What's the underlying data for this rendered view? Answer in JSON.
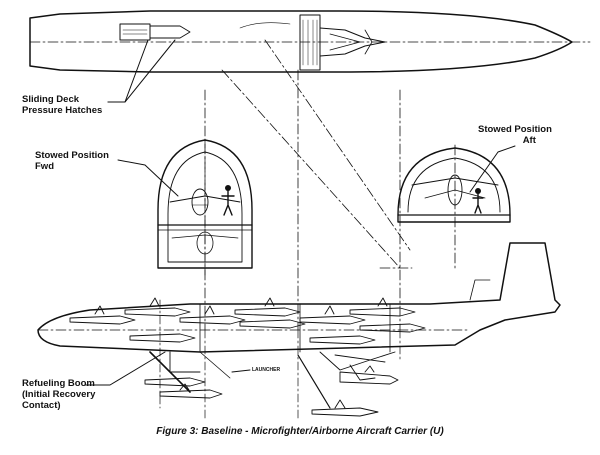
{
  "labels": {
    "sliding_deck_line1": "Sliding Deck",
    "sliding_deck_line2": "Pressure Hatches",
    "stowed_fwd_line1": "Stowed Position",
    "stowed_fwd_line2": "Fwd",
    "stowed_aft_line1": "Stowed Position",
    "stowed_aft_line2": "Aft",
    "refueling_line1": "Refueling Boom",
    "refueling_line2": "(Initial Recovery",
    "refueling_line3": "Contact)",
    "launcher": "LAUNCHER"
  },
  "caption": "Figure 3:  Baseline - Microfighter/Airborne Aircraft Carrier (U)"
}
